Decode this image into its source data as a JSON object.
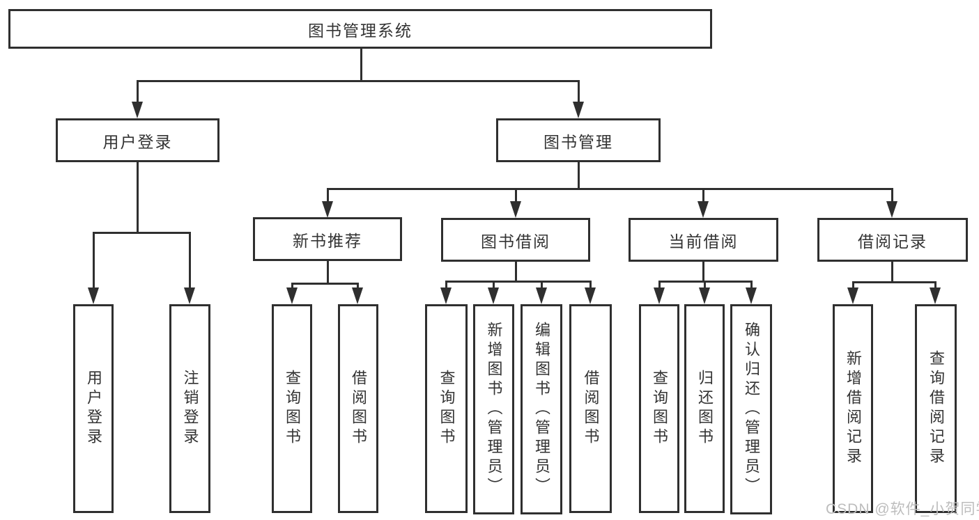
{
  "tree": {
    "root": "图书管理系统",
    "children": [
      {
        "label": "用户登录",
        "children": [
          "用户登录",
          "注销登录"
        ]
      },
      {
        "label": "图书管理",
        "children": [
          {
            "label": "新书推荐",
            "children": [
              "查询图书",
              "借阅图书"
            ]
          },
          {
            "label": "图书借阅",
            "children": [
              "查询图书",
              "新增图书（管理员）",
              "编辑图书（管理员）",
              "借阅图书"
            ]
          },
          {
            "label": "当前借阅",
            "children": [
              "查询图书",
              "归还图书",
              "确认归还（管理员）"
            ]
          },
          {
            "label": "借阅记录",
            "children": [
              "新增借阅记录",
              "查询借阅记录"
            ]
          }
        ]
      }
    ]
  },
  "watermark": {
    "text": "CSDN @软件_小贺同学"
  },
  "colors": {
    "line": "#2f2f2f",
    "text": "#333333",
    "watermark": "#bdbdbd",
    "background": "#ffffff"
  }
}
